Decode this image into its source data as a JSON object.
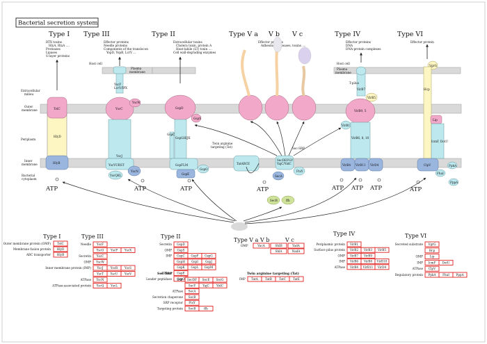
{
  "title": "Bacterial secretion system",
  "colors": {
    "pink": "#f2a8c8",
    "cyan": "#bce8ee",
    "yellow": "#fdf6c2",
    "blue": "#9ab6de",
    "green": "#cfe39a",
    "gene_border": "#e0201e",
    "membrane": "#d9d9d9"
  },
  "top": {
    "headers": {
      "t1": "Type I",
      "t3": "Type III",
      "t2": "Type II",
      "t5a": "Type V a",
      "t5b": "V b",
      "t5c": "V c",
      "t4": "Type IV",
      "t6": "Type VI"
    },
    "layers": {
      "extracellular": [
        "Extracellular",
        "milieu"
      ],
      "outer_membrane": [
        "Outer",
        "membrane"
      ],
      "periplasm": "Periplasm",
      "inner_membrane": [
        "Inner",
        "membrane"
      ],
      "cytoplasm": [
        "Bacterial",
        "cytoplasm"
      ],
      "host_cell": "Host cell",
      "plasma_membrane": [
        "Plasma",
        "membrane"
      ]
    },
    "substrates": {
      "t1": [
        "RTX toxins",
        "HlyA, RtxA ....",
        "Proteases",
        "Lipases",
        "S-layer proteins"
      ],
      "t3": [
        "Effector proteins",
        "Needle proteins",
        "Components of the translocon",
        "YopD, YopB, LcrV ..."
      ],
      "t2": [
        "Extracellular toxins",
        "Cholera toxin, protein A",
        "Heat-labile (LT) toxin ....",
        "Cell wall-degrading enzymes"
      ],
      "t5": [
        "Effector proteins",
        "Adhesins, proteases, toxins ...."
      ],
      "t4": [
        "Effector proteins",
        "DNA",
        "DNA-protein complexes"
      ],
      "t6": [
        "Effector protein"
      ]
    },
    "proteins": {
      "toic": "TolC",
      "hlyd": "HlyD",
      "hlyb": "HlyB",
      "yscf": "YscF",
      "lcrv": "LcrV/IPX",
      "yscw": "YscW",
      "yscc": "YscC",
      "yscj": "YscJ",
      "yscvurst": "YscVURST",
      "yscqkl": "YscQKL",
      "yscn": "YscN",
      "gspd": "GspD",
      "gsps": "GspS",
      "gspc": "GspC",
      "gspghijk": "GspGHIJK",
      "gspflm": "GspFLM",
      "gspe": "GspE",
      "gspo": "GspO",
      "tatabce": "TatABCE",
      "twin_arginine": [
        "Twin arginine",
        "targeting (Tat)"
      ],
      "sec_srp": "Sec-SRP",
      "secdfyy": [
        "SecDEFGY",
        "YajC/YidC"
      ],
      "ftsy": "FtsY",
      "seca": "SecA",
      "secb": "SecB",
      "ffh": "ffh",
      "virb2": "T-pilus",
      "virb5": "VirB5",
      "virb7": "VirB7",
      "virb9": "VirB9, 5",
      "virb1": "VirB1",
      "virb6": "VirB6, 8, 10",
      "virb4": "VirB4",
      "virb11": "VirB11",
      "vird4": "VirD4",
      "hcp": "Hcp",
      "vgrg": "VgrG",
      "lip": "Lip",
      "icmf": "IcmF, DotU",
      "clpv": "ClpV",
      "fha1": "FhaI",
      "ppka": "PpkA",
      "pppa": "PppA"
    },
    "atp": "ATP"
  },
  "bottom": {
    "t1": {
      "header": "Type I",
      "rows": [
        {
          "label": "Outer membrane protein (OMP)",
          "genes": [
            "TolC"
          ]
        },
        {
          "label": "Membrane fusion protein",
          "genes": [
            "HlyD"
          ]
        },
        {
          "label": "ABC transporter",
          "genes": [
            "HlyB"
          ]
        }
      ]
    },
    "t3": {
      "header": "Type III",
      "rows": [
        {
          "label": "Needle",
          "genes": [
            "YscF"
          ]
        },
        {
          "label": "",
          "genes": [
            "YscO",
            "YscP",
            "YscX"
          ]
        },
        {
          "label": "Secretin",
          "genes": [
            "YscC"
          ]
        },
        {
          "label": "OMP",
          "genes": [
            "YscW"
          ]
        },
        {
          "label": "Inner membrane protein (IMP)",
          "genes": [
            "YscJ",
            "YscR",
            "YscS"
          ]
        },
        {
          "label": "",
          "genes": [
            "YscT",
            "YscU",
            "YscV"
          ]
        },
        {
          "label": "ATPase",
          "genes": [
            "YscN"
          ]
        },
        {
          "label": "ATPase-associated protein",
          "genes": [
            "YscQ",
            "YscL"
          ]
        }
      ]
    },
    "t2": {
      "header": "Type II",
      "rows": [
        {
          "label": "Secretin",
          "genes": [
            "GspD"
          ]
        },
        {
          "label": "OMP",
          "genes": [
            "GspS"
          ]
        },
        {
          "label": "IMP",
          "genes": [
            "GspC",
            "GspF",
            "GspG"
          ]
        },
        {
          "label": "",
          "genes": [
            "GspH",
            "GspI",
            "GspJ"
          ]
        },
        {
          "label": "",
          "genes": [
            "GspK",
            "GspL",
            "GspM"
          ]
        },
        {
          "label": "ATPase",
          "genes": [
            "GspE"
          ]
        },
        {
          "label": "Leader peptidase",
          "genes": [
            "GspO"
          ]
        }
      ]
    },
    "t5": {
      "h_a": "Type V a",
      "h_b": "V b",
      "h_c": "V c",
      "omp_label": "OMP",
      "rows": [
        {
          "cells": [
            "VacA",
            "ShIB",
            "YadA"
          ]
        },
        {
          "cells": [
            "ShlA",
            "NadA"
          ]
        }
      ]
    },
    "t4": {
      "header": "Type IV",
      "rows": [
        {
          "label": "Periplasmic protein",
          "genes": [
            "VirB1"
          ]
        },
        {
          "label": "Surface pilus protein",
          "genes": [
            "VirB2",
            "VirB3",
            "VirB5"
          ]
        },
        {
          "label": "OMP",
          "genes": [
            "VirB7",
            "VirB9"
          ]
        },
        {
          "label": "IMP",
          "genes": [
            "VirB6",
            "VirB8",
            "VirB10"
          ]
        },
        {
          "label": "ATPase",
          "genes": [
            "VirB4",
            "VirB11",
            "VirD4"
          ]
        }
      ]
    },
    "t6": {
      "header": "Type VI",
      "rows": [
        {
          "label": "Secreted substrate",
          "genes": [
            "VgrG"
          ]
        },
        {
          "label": "",
          "genes": [
            "Hcp"
          ]
        },
        {
          "label": "OMP",
          "genes": [
            "Lip"
          ]
        },
        {
          "label": "IMP",
          "genes": [
            "IcmF",
            "DotU"
          ]
        },
        {
          "label": "ATPase",
          "genes": [
            "ClpV"
          ]
        },
        {
          "label": "Regulatory protein",
          "genes": [
            "PpkA",
            "FhaI",
            "PppA"
          ]
        }
      ]
    },
    "secsrp": {
      "header": "Sec-SRP",
      "rows": [
        {
          "label": "IMP",
          "genes": [
            "SecDF",
            "SecE",
            "SecG"
          ]
        },
        {
          "label": "",
          "genes": [
            "SecY",
            "YajC",
            "YidC"
          ]
        },
        {
          "label": "ATPase",
          "genes": [
            "SecA"
          ]
        },
        {
          "label": "Secretion chaperone",
          "genes": [
            "SecB"
          ]
        },
        {
          "label": "SRP receptor",
          "genes": [
            "FtsY"
          ]
        },
        {
          "label": "Targeting protein",
          "genes": [
            "SecB",
            "ffh"
          ]
        }
      ]
    },
    "tat": {
      "header": "Twin arginine targeting (Tat)",
      "label": "IMP",
      "genes": [
        "TatA",
        "TatB",
        "TatC",
        "TatE"
      ]
    }
  }
}
